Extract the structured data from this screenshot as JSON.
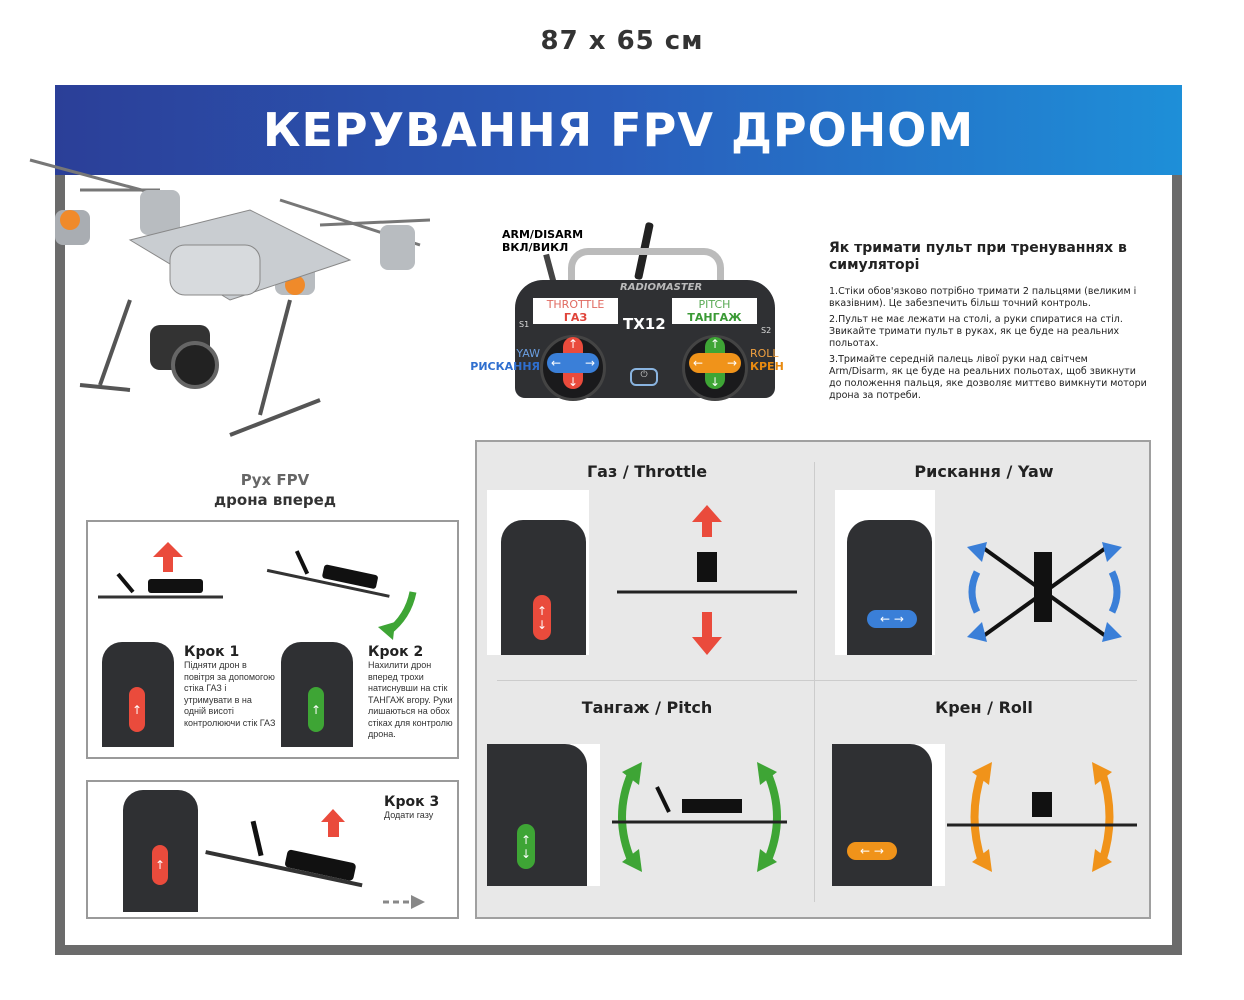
{
  "size_label": "87 x 65 см",
  "title": "КЕРУВАННЯ FPV ДРОНОМ",
  "controller": {
    "arm_label": "ARM/DISARM",
    "arm_label_ua": "ВКЛ/ВИКЛ",
    "brand": "RADIOMASTER",
    "model": "TX12",
    "throttle_en": "THROTTLE",
    "throttle_ua": "ГАЗ",
    "pitch_en": "PITCH",
    "pitch_ua": "ТАНГАЖ",
    "yaw_en": "YAW",
    "yaw_ua": "РИСКАННЯ",
    "roll_en": "ROLL",
    "roll_ua": "КРЕН",
    "s1": "S1",
    "s2": "S2"
  },
  "tips": {
    "title": "Як тримати пульт при тренуваннях в симуляторі",
    "items": [
      "1.Стіки обов'язково потрібно тримати 2 пальцями (великим і вказівним). Це забезпечить більш точний контроль.",
      "2.Пульт не має лежати на столі, а руки спиратися на стіл. Звикайте тримати пульт в руках, як це буде на реальних польотах.",
      "3.Тримайте середній палець лівої руки над світчем Arm/Disarm, як це буде на реальних польотах, щоб звикнути до положення пальця, яке дозволяє миттєво вимкнути мотори дрона за потреби."
    ]
  },
  "forward": {
    "title_line1": "Рух FPV",
    "title_line2": "дрона вперед",
    "step1": {
      "title": "Крок 1",
      "text": "Підняти дрон в повітря за допомогою стіка ГАЗ і утримувати в на одній висоті контролюючи стік ГАЗ"
    },
    "step2": {
      "title": "Крок 2",
      "text": "Нахилити дрон вперед трохи натиснувши на стік ТАНГАЖ вгору. Руки лишаються на обох стіках для контролю дрона."
    },
    "step3": {
      "title": "Крок 3",
      "text": "Додати газу"
    }
  },
  "axes": [
    {
      "title": "Газ / Throttle"
    },
    {
      "title": "Рискання / Yaw"
    },
    {
      "title": "Тангаж / Pitch"
    },
    {
      "title": "Крен / Roll"
    }
  ],
  "colors": {
    "throttle": "#ea4b3c",
    "yaw": "#3a7fd8",
    "pitch": "#3ea535",
    "roll": "#f0931a"
  }
}
